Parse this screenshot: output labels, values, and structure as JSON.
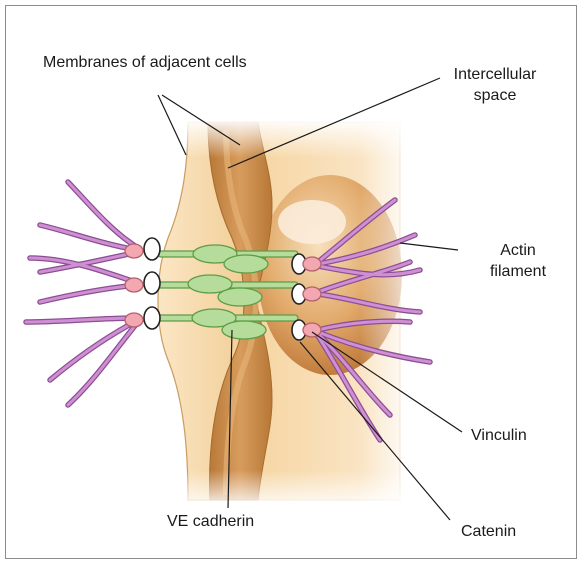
{
  "labels": {
    "membranes": "Membranes of adjacent cells",
    "intercellular_line1": "Intercellular",
    "intercellular_line2": "space",
    "actin_line1": "Actin",
    "actin_line2": "filament",
    "vinculin": "Vinculin",
    "ve_cadherin": "VE cadherin",
    "catenin": "Catenin"
  },
  "colors": {
    "cell_left": "#f7dcae",
    "cell_right": "#f3c98d",
    "cell_edge": "#c99d61",
    "space": "#c98c4a",
    "nucleus": "#d3904a",
    "cadherin": "#b6dc9c",
    "cadherin_edge": "#5e9d46",
    "actin": "#c586c9",
    "actin_edge": "#8a4f93",
    "vinculin": "#f3a7b1",
    "catenin": "#ffffff",
    "leader": "#1a1a1a"
  }
}
